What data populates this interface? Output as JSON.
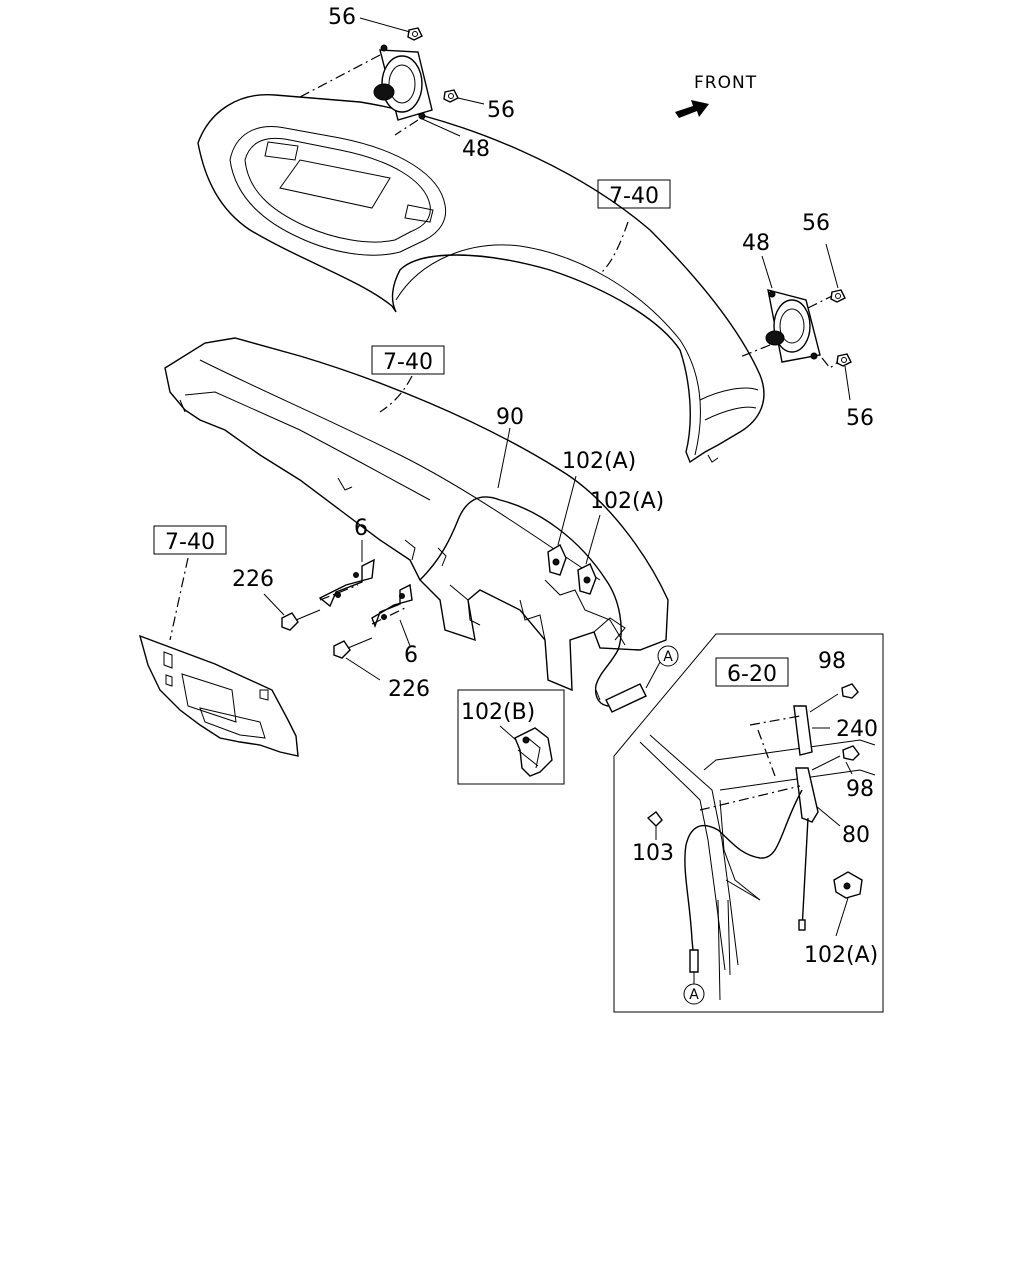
{
  "diagram": {
    "front_label": "FRONT",
    "callouts": {
      "c56_a": "56",
      "c56_b": "56",
      "c56_c": "56",
      "c56_d": "56",
      "c48_a": "48",
      "c48_b": "48",
      "c90": "90",
      "c102a_a": "102(A)",
      "c102a_b": "102(A)",
      "c102a_c": "102(A)",
      "c102b": "102(B)",
      "c6_a": "6",
      "c6_b": "6",
      "c226_a": "226",
      "c226_b": "226",
      "c98_a": "98",
      "c98_b": "98",
      "c240": "240",
      "c80": "80",
      "c103": "103"
    },
    "boxed_refs": {
      "ref_740_top": "7-40",
      "ref_740_mid": "7-40",
      "ref_740_left": "7-40",
      "ref_620": "6-20"
    },
    "connector_markers": {
      "marker_a_main": "A",
      "marker_a_inset": "A"
    }
  }
}
